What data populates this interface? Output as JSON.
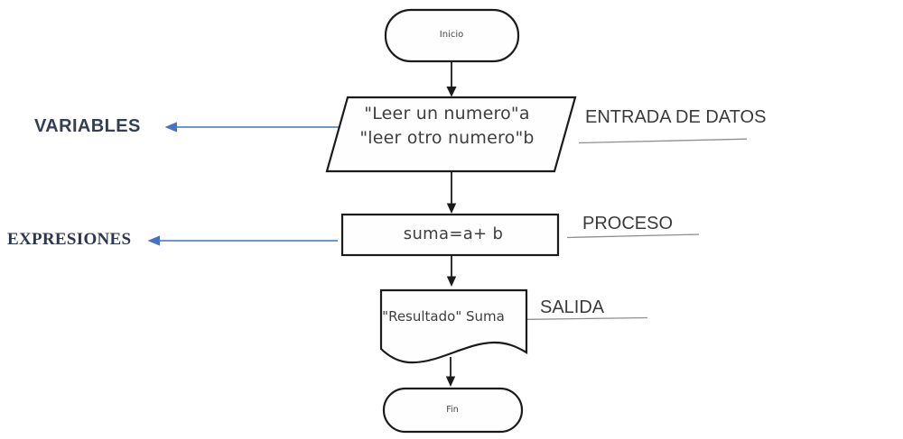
{
  "flowchart": {
    "start_label": "Inicio",
    "input_line1": "\"Leer un numero\"a",
    "input_line2": "\"leer otro numero\"b",
    "process_label": "suma=a+ b",
    "output_label": "\"Resultado\" Suma",
    "end_label": "Fin"
  },
  "annotations": {
    "variables": "VARIABLES",
    "expresiones": "EXPRESIONES",
    "entrada_de_datos": "ENTRADA DE DATOS",
    "proceso": "PROCESO",
    "salida": "SALIDA"
  },
  "colors": {
    "shape_stroke": "#1b1b1b",
    "shape_fill": "#fefefe",
    "shape_text": "#3e3e3e",
    "annotation_text": "#3b3b3b",
    "variables_text": "#333f52",
    "expresiones_text": "#2b3750",
    "arrow_blue": "#4472c4",
    "underline_gray": "#8f8f8f"
  }
}
